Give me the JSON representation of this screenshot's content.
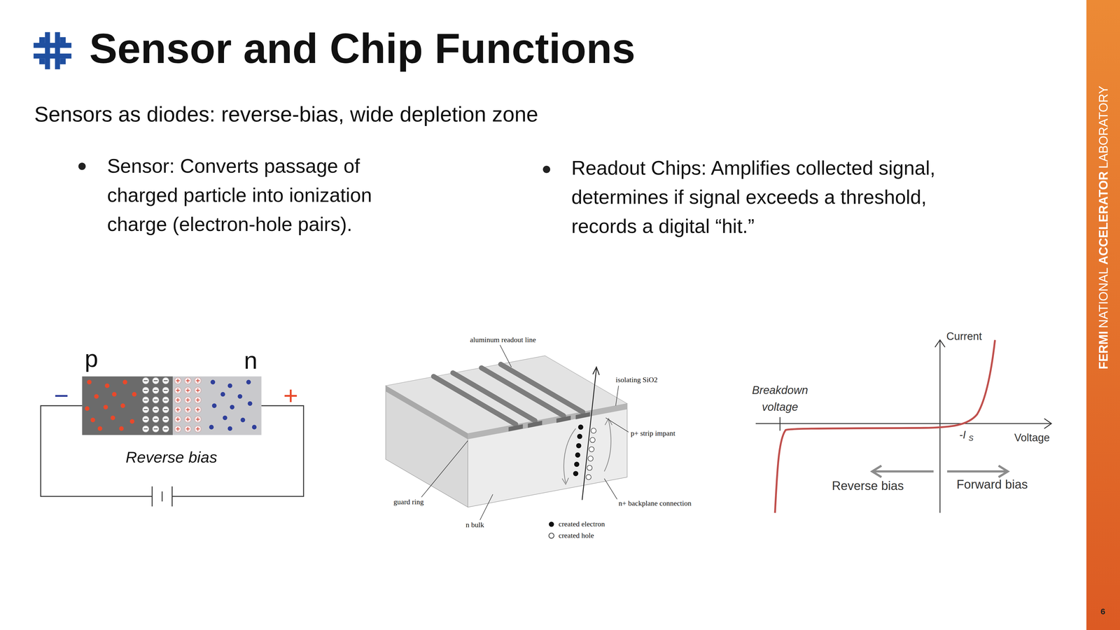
{
  "diagram": {
    "title": "Sensor and Chip Functions",
    "labels": [
      "Sensors as diodes: reverse-bias, wide depletion zone",
      "Sensor: Converts passage of charged particle into ionization charge (electron-hole pairs).",
      "Readout Chips: Amplifies collected signal, determines if signal exceeds a threshold, records a digital “hit.”",
      "p",
      "n",
      "−",
      "+",
      "Reverse bias",
      "aluminum readout line",
      "isolating SiO2",
      "p+ strip impant",
      "guard ring",
      "n bulk",
      "n+ backplane connection",
      "Current",
      "Breakdown voltage",
      "Voltage",
      "-I",
      "S",
      "Reverse bias",
      "Forward bias",
      "FERMI",
      "NATIONAL",
      "ACCELERATOR",
      "LABORATORY",
      "6"
    ],
    "legend": [
      {
        "text": "created electron"
      },
      {
        "text": "created hole"
      }
    ]
  }
}
